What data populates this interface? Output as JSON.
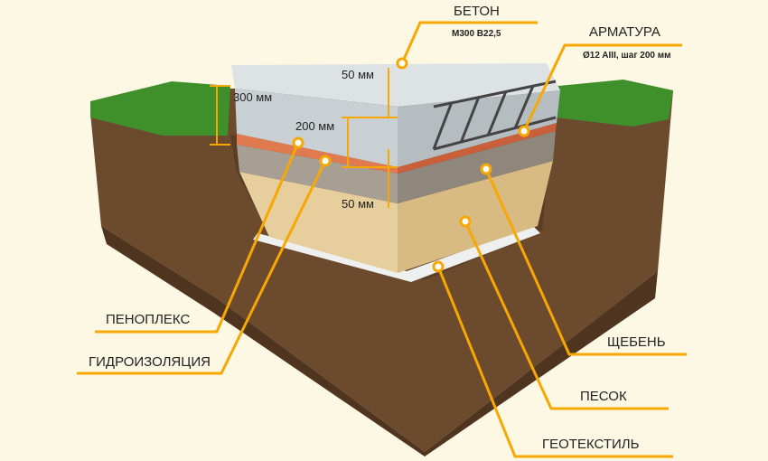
{
  "colors": {
    "background": "#fdf8e4",
    "leader": "#f7a800",
    "soil": "#6b4a2e",
    "grass": "#3f8f2a",
    "concrete": "#cfd6d8",
    "sand": "#e6cf9c",
    "gravel": "#a89f94",
    "insulation": "#e07a4f"
  },
  "labels": {
    "concrete": {
      "title": "БЕТОН",
      "sub": "М300 В22,5"
    },
    "rebar": {
      "title": "АРМАТУРА",
      "sub": "Ø12 AIII, шаг 200 мм"
    },
    "insulation": "ПЕНОПЛЕКС",
    "waterproofing": "ГИДРОИЗОЛЯЦИЯ",
    "gravel": "ЩЕБЕНЬ",
    "sand": "ПЕСОК",
    "geotextile": "ГЕОТЕКСТИЛЬ"
  },
  "dimensions": {
    "top_cover": "50 мм",
    "slab_thickness": "300 мм",
    "rebar_spacing": "200 мм",
    "bottom_cover": "50 мм"
  }
}
